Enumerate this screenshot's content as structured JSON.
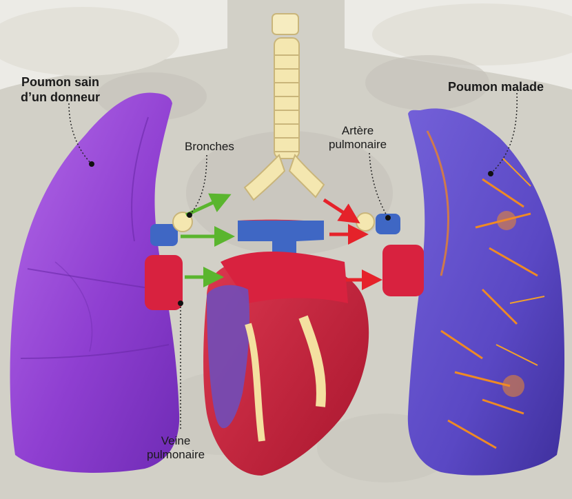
{
  "labels": {
    "healthy_lung": {
      "line1": "Poumon sain",
      "line2": "d’un donneur"
    },
    "diseased_lung": "Poumon malade",
    "bronches": "Bronches",
    "artere": {
      "line1": "Artère",
      "line2": "pulmonaire"
    },
    "veine": {
      "line1": "Veine",
      "line2": "pulmonaire"
    }
  },
  "colors": {
    "healthy_lung": "#8f3fd1",
    "diseased_lung": "#5a48c4",
    "vein": "#3f67c4",
    "artery_red": "#d8223f",
    "trachea": "#f4e7b0",
    "heart": "#c8213a",
    "arrow_green": "#5ab52e",
    "arrow_red": "#e5222a"
  }
}
